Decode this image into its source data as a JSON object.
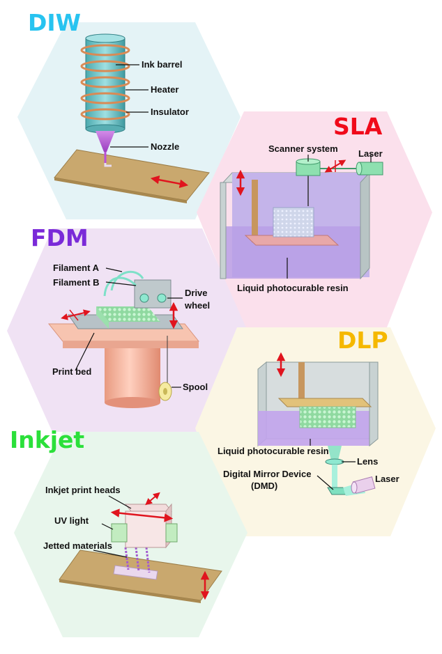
{
  "panels": {
    "diw": {
      "title": "DIW",
      "color": "#27c3f0",
      "labels": {
        "ink_barrel": "Ink barrel",
        "heater": "Heater",
        "insulator": "Insulator",
        "nozzle": "Nozzle"
      }
    },
    "sla": {
      "title": "SLA",
      "color": "#f00a1a",
      "labels": {
        "scanner": "Scanner system",
        "laser": "Laser",
        "resin": "Liquid photocurable resin"
      }
    },
    "fdm": {
      "title": "FDM",
      "color": "#7a2ad8",
      "labels": {
        "filament_a": "Filament A",
        "filament_b": "Filament B",
        "drive_1": "Drive",
        "drive_2": "wheel",
        "print_bed": "Print bed",
        "spool": "Spool"
      }
    },
    "dlp": {
      "title": "DLP",
      "color": "#f5b800",
      "labels": {
        "resin": "Liquid photocurable resin",
        "lens": "Lens",
        "dmd_1": "Digital Mirror Device",
        "dmd_2": "(DMD)",
        "laser": "Laser"
      }
    },
    "inkjet": {
      "title": "Inkjet",
      "color": "#2be03a",
      "labels": {
        "heads": "Inkjet print heads",
        "uv": "UV light",
        "jetted": "Jetted materials"
      }
    }
  }
}
